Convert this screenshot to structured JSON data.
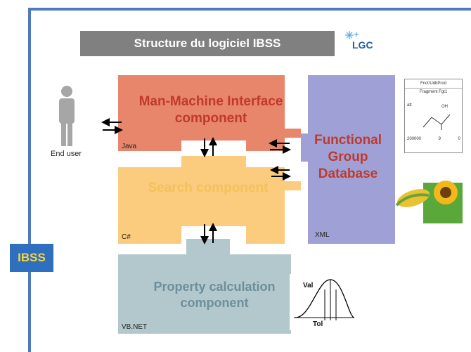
{
  "title": "Structure du logiciel IBSS",
  "logo": {
    "text": "LGC"
  },
  "user": {
    "label": "End user"
  },
  "badge": {
    "text": "IBSS"
  },
  "components": {
    "mmi": {
      "title": "Man-Machine Interface component",
      "lang": "Java",
      "color": "#e8866c"
    },
    "search": {
      "title": "Search component",
      "lang": "C#",
      "color": "#fbcb7e"
    },
    "property": {
      "title": "Property calculation component",
      "lang": "VB.NET",
      "color": "#b3c8cc"
    },
    "database": {
      "title": "Functional Group Database",
      "lang": "XML",
      "color": "#9ea0d6"
    }
  },
  "fragment_card": {
    "header": "Fnct/UdbProd",
    "subheader": "Fragment Fgt1",
    "label_left": "att",
    "label_oh": "OH",
    "row_values": [
      "200000",
      "9",
      "0"
    ]
  },
  "gaussian": {
    "val_label": "Val",
    "tol_label": "Tol"
  },
  "colors": {
    "frame": "#4f7bbd",
    "badge_bg": "#2f6fbf",
    "badge_text": "#f6d43a",
    "title_bg": "#808080"
  }
}
